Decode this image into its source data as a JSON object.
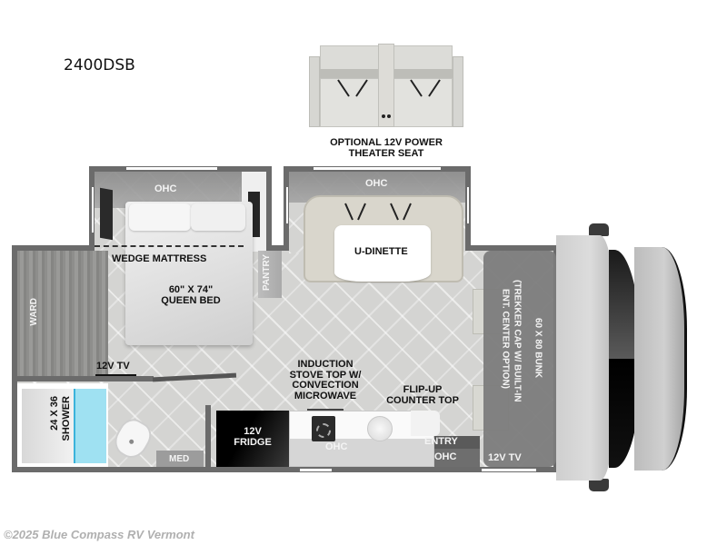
{
  "model": {
    "name": "2400DSB"
  },
  "option": {
    "label_line1": "OPTIONAL 12V POWER",
    "label_line2": "THEATER SEAT"
  },
  "rooms": {
    "bedroom": {
      "ohc": "OHC",
      "wedge": "WEDGE MATTRESS",
      "bed_size": "60\" X 74\"",
      "bed_type": "QUEEN BED",
      "pantry": "PANTRY",
      "ward": "WARD",
      "tv": "12V TV"
    },
    "dinette": {
      "ohc": "OHC",
      "label": "U-DINETTE"
    },
    "bath": {
      "shower_size": "24 X 36",
      "shower": "SHOWER",
      "med": "MED"
    },
    "kitchen": {
      "fridge_line1": "12V",
      "fridge_line2": "FRIDGE",
      "stove_line1": "INDUCTION",
      "stove_line2": "STOVE TOP W/",
      "stove_line3": "CONVECTION",
      "stove_line4": "MICROWAVE",
      "ohc": "OHC",
      "counter_line1": "FLIP-UP",
      "counter_line2": "COUNTER TOP",
      "entry": "ENTRY",
      "entry_ohc": "OHC"
    },
    "cab": {
      "bunk_line1": "60 X 80 BUNK",
      "bunk_line2": "(TREKKER CAP W/ BUILT-IN",
      "bunk_line3": "ENT. CENTER OPTION)",
      "tv": "12V TV"
    }
  },
  "colors": {
    "wall": "#6b6b6b",
    "floor": "#d4d4d2",
    "shower_glass": "#8fdcf0",
    "cab_gray": "#7a7a7a",
    "dinette_cushion": "#d9d6cc"
  },
  "footer": {
    "copyright": "©2025 Blue Compass RV Vermont"
  }
}
